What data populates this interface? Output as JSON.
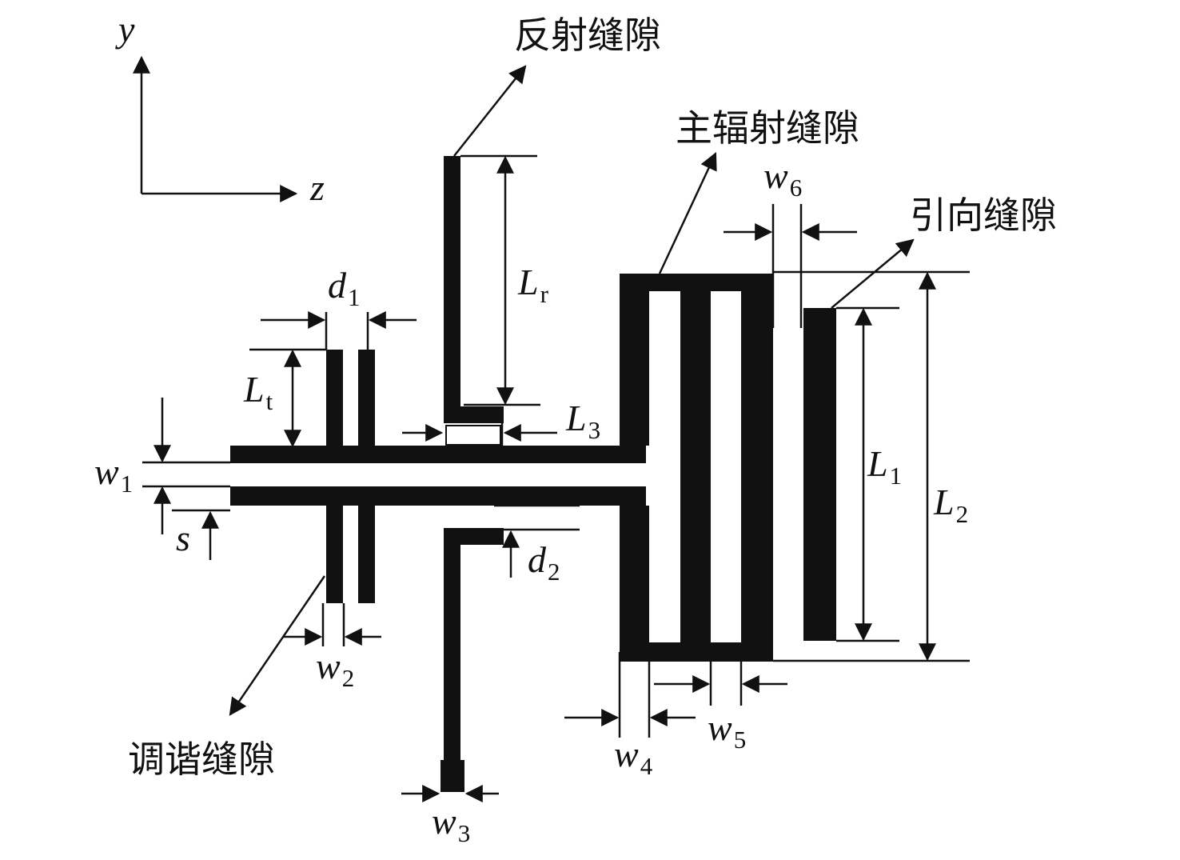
{
  "axes": {
    "y": "y",
    "z": "z"
  },
  "annotations": {
    "reflector_slot": "反射缝隙",
    "main_radiating_slot": "主辐射缝隙",
    "director_slot": "引向缝隙",
    "tuning_slot": "调谐缝隙"
  },
  "parameters": {
    "d1": {
      "base": "d",
      "sub": "1"
    },
    "d2": {
      "base": "d",
      "sub": "2"
    },
    "Lt": {
      "base": "L",
      "sub": "t"
    },
    "Lr": {
      "base": "L",
      "sub": "r"
    },
    "L1": {
      "base": "L",
      "sub": "1"
    },
    "L2": {
      "base": "L",
      "sub": "2"
    },
    "L3": {
      "base": "L",
      "sub": "3"
    },
    "w1": {
      "base": "w",
      "sub": "1"
    },
    "w2": {
      "base": "w",
      "sub": "2"
    },
    "w3": {
      "base": "w",
      "sub": "3"
    },
    "w4": {
      "base": "w",
      "sub": "4"
    },
    "w5": {
      "base": "w",
      "sub": "5"
    },
    "w6": {
      "base": "w",
      "sub": "6"
    },
    "s": {
      "base": "s",
      "sub": ""
    }
  },
  "colors": {
    "metal": "#111111",
    "background": "#ffffff"
  }
}
